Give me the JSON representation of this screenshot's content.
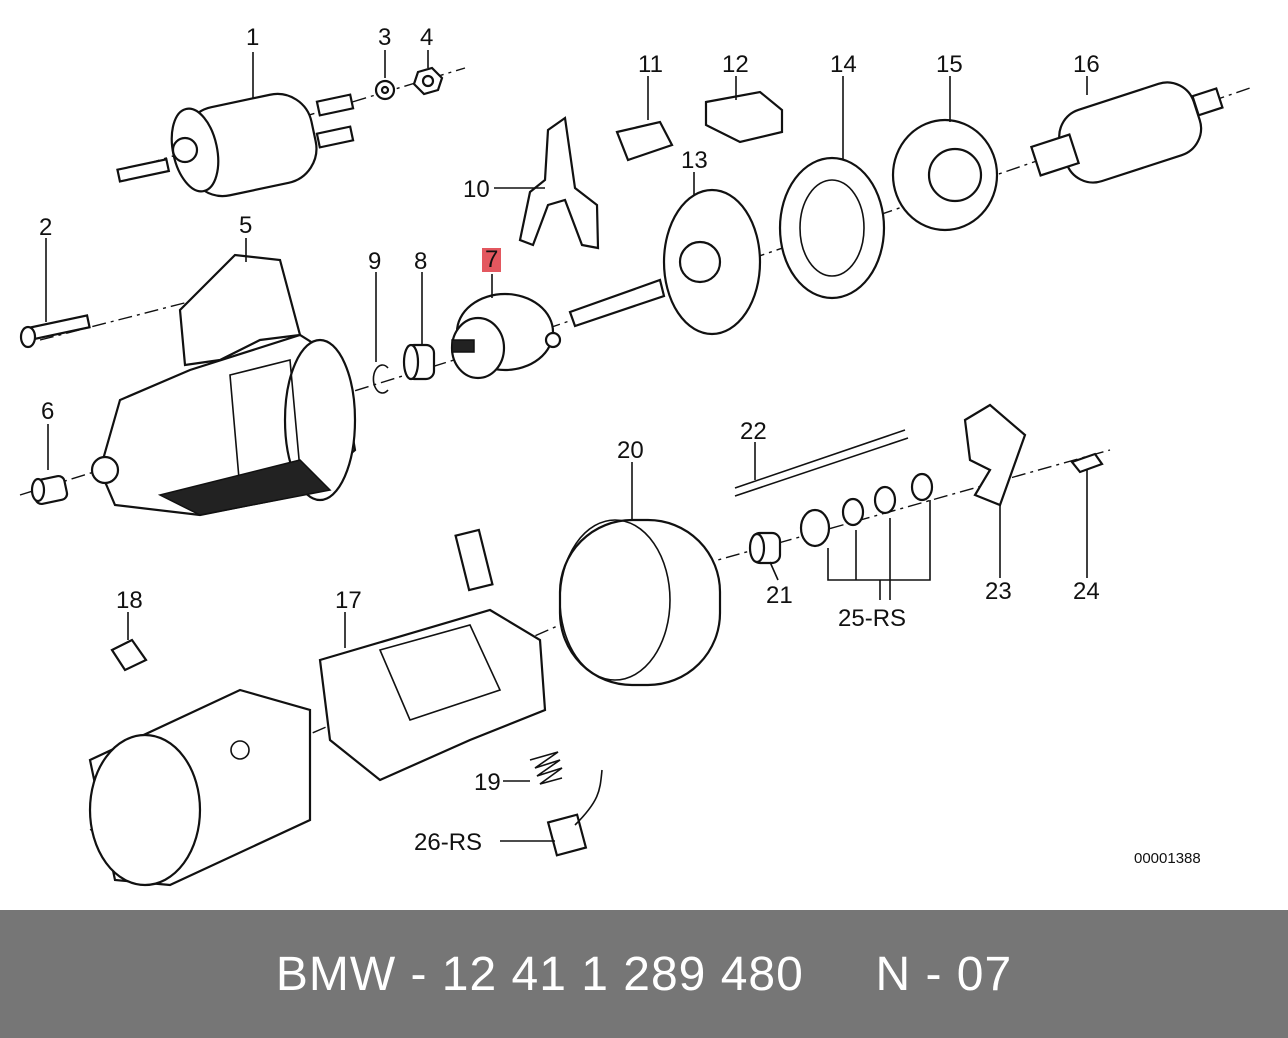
{
  "labels": [
    "1",
    "2",
    "3",
    "4",
    "5",
    "6",
    "7",
    "8",
    "9",
    "10",
    "11",
    "12",
    "13",
    "14",
    "15",
    "16",
    "17",
    "18",
    "19",
    "20",
    "21",
    "22",
    "23",
    "24",
    "25-RS",
    "26-RS"
  ],
  "highlight": "7",
  "highlight_color": "#e3575f",
  "diagram_code": "00001388",
  "footer": {
    "text": "BMW - 12 41 1 289 480     N - 07",
    "background": "#767676",
    "color": "#ffffff"
  }
}
